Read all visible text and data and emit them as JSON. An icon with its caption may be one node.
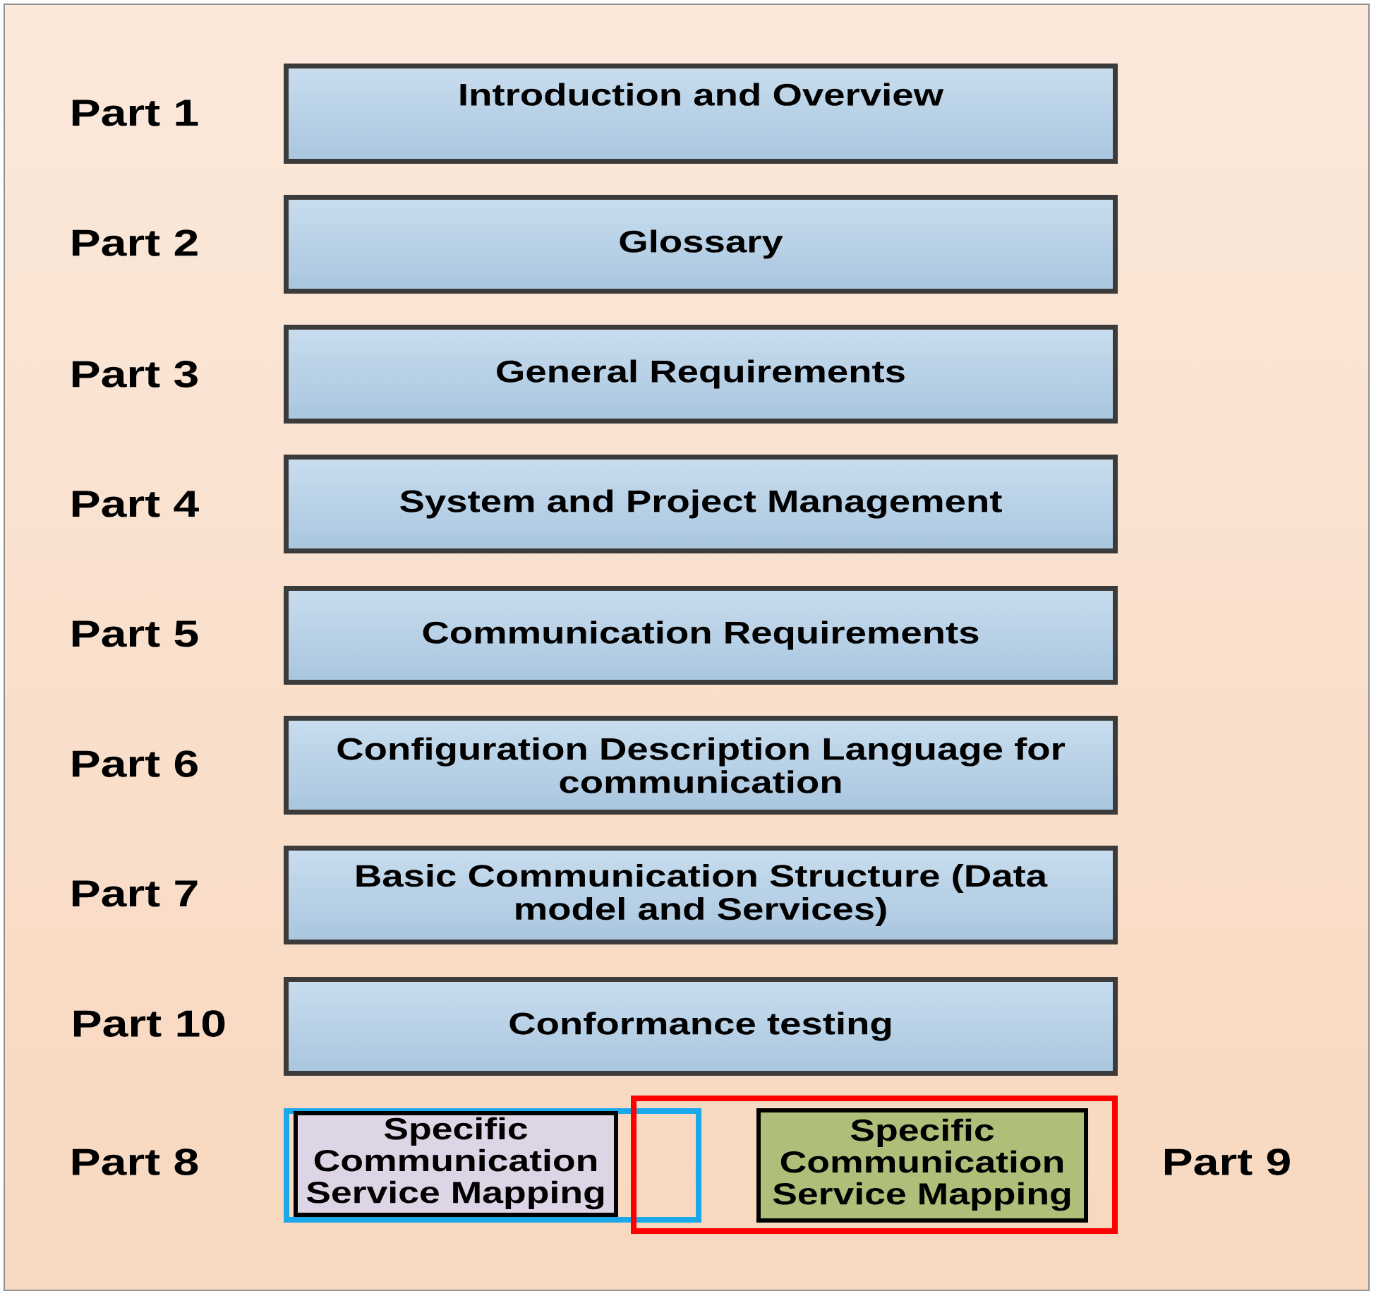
{
  "diagram": {
    "nodes": [
      {
        "text": [
          "Introduction and Overview"
        ],
        "beside": [
          "Part 1"
        ]
      },
      {
        "text": [
          "Glossary"
        ],
        "beside": [
          "Part 2"
        ]
      },
      {
        "text": [
          "General Requirements"
        ],
        "beside": [
          "Part 3"
        ]
      },
      {
        "text": [
          "System and Project Management"
        ],
        "beside": [
          "Part 4"
        ]
      },
      {
        "text": [
          "Communication Requirements"
        ],
        "beside": [
          "Part 5"
        ]
      },
      {
        "text": [
          "Configuration Description Language for communication"
        ],
        "beside": [
          "Part 6"
        ]
      },
      {
        "text": [
          "Basic Communication Structure (Data model and Services)"
        ],
        "beside": [
          "Part 7"
        ]
      },
      {
        "text": [
          "Conformance testing"
        ],
        "beside": [
          "Part 10"
        ]
      },
      {
        "text": [],
        "shape": "box",
        "beside": [
          "Part 8"
        ]
      },
      {
        "text": [
          "Specific Communication Service Mapping"
        ],
        "in": 8
      },
      {
        "text": [],
        "shape": "box",
        "beside": [
          "Part 9"
        ]
      },
      {
        "text": [
          "Specific Communication Service Mapping"
        ],
        "in": 10
      }
    ]
  }
}
